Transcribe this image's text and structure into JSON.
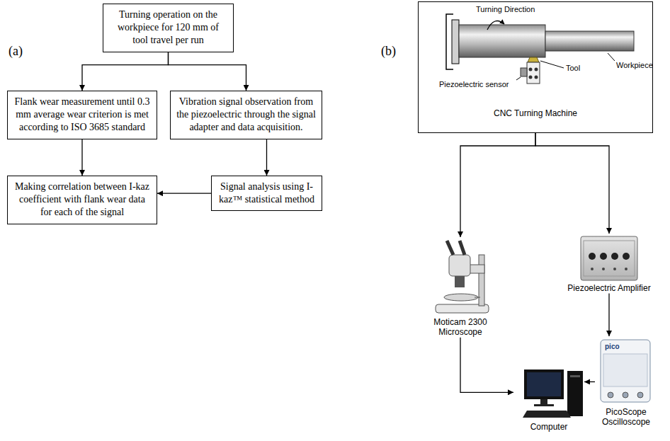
{
  "diagram": {
    "nodes": [
      {
        "text": [
          "Turning operation on the workpiece for 120 mm of tool travel per run"
        ]
      },
      {
        "text": [
          "Flank wear measurement until 0.3 mm average wear criterion is met according to ISO 3685 standard"
        ]
      },
      {
        "text": [
          "Vibration signal observation from the piezoelectric through the signal adapter and data acquisition."
        ]
      },
      {
        "text": [
          "Making correlation between I-kaz coefficient with flank wear data for each of the signal"
        ]
      },
      {
        "text": [
          "Signal analysis using I-kaz™ statistical method"
        ]
      },
      {
        "text": [
          "CNC Turning Machine"
        ]
      },
      {
        "text": [
          "Moticam 2300 Microscope"
        ]
      },
      {
        "text": [
          "Piezoelectric Amplifier"
        ]
      },
      {
        "text": [
          "Computer"
        ]
      },
      {
        "text": [
          "PicoScope Oscilloscope"
        ]
      }
    ],
    "edges": [
      {
        "from": 0,
        "to": 1,
        "arrow": "to"
      },
      {
        "from": 0,
        "to": 2,
        "arrow": "to"
      },
      {
        "from": 1,
        "to": 3,
        "arrow": "to"
      },
      {
        "from": 2,
        "to": 4,
        "arrow": "to"
      },
      {
        "from": 4,
        "to": 3,
        "arrow": "to"
      },
      {
        "from": 5,
        "to": 6,
        "arrow": "to"
      },
      {
        "from": 5,
        "to": 7,
        "arrow": "to"
      },
      {
        "from": 7,
        "to": 9,
        "arrow": "to"
      },
      {
        "from": 6,
        "to": 8,
        "arrow": "to"
      },
      {
        "from": 9,
        "to": 8,
        "arrow": "to"
      }
    ],
    "labels": [
      "(a)",
      "(b)",
      "Turning Direction",
      "Workpiece",
      "Tool",
      "Piezoelectric sensor",
      "pico"
    ]
  }
}
